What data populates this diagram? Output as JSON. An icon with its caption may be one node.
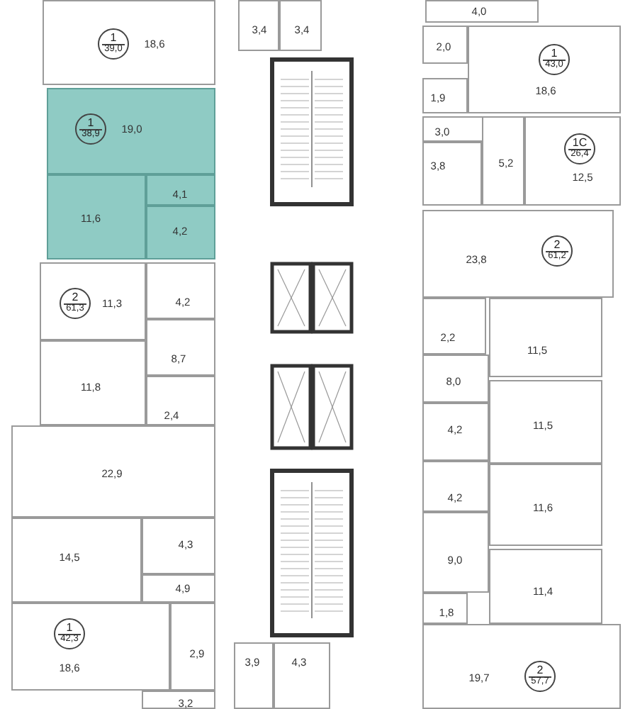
{
  "diagram": {
    "nodes": [
      {
        "text": [
          "18,6"
        ]
      },
      {
        "text": [
          "1",
          "39,0"
        ],
        "in": 0
      },
      {
        "text": [
          "19,0"
        ]
      },
      {
        "text": [
          "1",
          "38,9"
        ],
        "in": 2
      },
      {
        "text": [
          "11,6"
        ]
      },
      {
        "text": [
          "4,1"
        ]
      },
      {
        "text": [
          "4,2"
        ]
      },
      {
        "text": [
          "11,3"
        ]
      },
      {
        "text": [
          "2",
          "61,3"
        ],
        "in": 7
      },
      {
        "text": [
          "4,2"
        ]
      },
      {
        "text": [
          "8,7"
        ]
      },
      {
        "text": [
          "11,8"
        ]
      },
      {
        "text": [
          "2,4"
        ]
      },
      {
        "text": [
          "22,9"
        ]
      },
      {
        "text": [
          "14,5"
        ]
      },
      {
        "text": [
          "4,3"
        ]
      },
      {
        "text": [
          "4,9"
        ]
      },
      {
        "text": [
          "18,6"
        ]
      },
      {
        "text": [
          "1",
          "42,3"
        ],
        "in": 17
      },
      {
        "text": [
          "2,9"
        ]
      },
      {
        "text": [
          "3,2"
        ]
      },
      {
        "text": [
          "3,4"
        ]
      },
      {
        "text": [
          "3,4"
        ]
      },
      {
        "text": [
          "3,9"
        ]
      },
      {
        "text": [
          "4,3"
        ]
      },
      {
        "text": [
          "4,0"
        ]
      },
      {
        "text": [
          "2,0"
        ]
      },
      {
        "text": [
          "18,6"
        ]
      },
      {
        "text": [
          "1",
          "43,0"
        ],
        "in": 27
      },
      {
        "text": [
          "1,9"
        ]
      },
      {
        "text": [
          "3,0"
        ]
      },
      {
        "text": [
          "3,8"
        ]
      },
      {
        "text": [
          "5,2"
        ]
      },
      {
        "text": [
          "12,5"
        ]
      },
      {
        "text": [
          "1C",
          "26,4"
        ],
        "in": 33
      },
      {
        "text": [
          "23,8"
        ]
      },
      {
        "text": [
          "2",
          "61,2"
        ],
        "in": 35
      },
      {
        "text": [
          "2,2"
        ]
      },
      {
        "text": [
          "11,5"
        ]
      },
      {
        "text": [
          "8,0"
        ]
      },
      {
        "text": [
          "4,2"
        ]
      },
      {
        "text": [
          "11,5"
        ]
      },
      {
        "text": [
          "4,2"
        ]
      },
      {
        "text": [
          "11,6"
        ]
      },
      {
        "text": [
          "9,0"
        ]
      },
      {
        "text": [
          "11,4"
        ]
      },
      {
        "text": [
          "1,8"
        ]
      },
      {
        "text": [
          "19,7"
        ]
      },
      {
        "text": [
          "2",
          "57,7"
        ],
        "in": 47
      }
    ]
  }
}
